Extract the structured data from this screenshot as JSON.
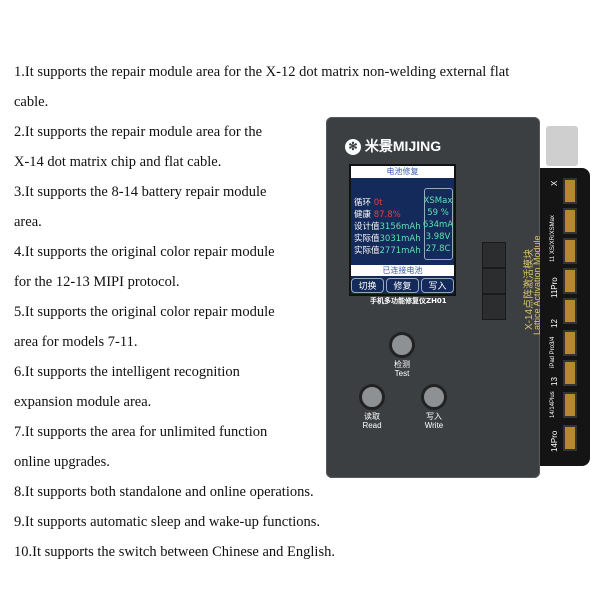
{
  "features": [
    "1.It supports the repair module area for the X-12 dot matrix non-welding external flat",
    "cable.",
    "2.It supports the repair module area for the",
    "X-14 dot matrix chip and flat cable.",
    "3.It supports the 8-14 battery repair module",
    "area.",
    "4.It supports the original color repair module",
    "for the 12-13 MIPI protocol.",
    "5.It supports the original color repair module",
    "area for models 7-11.",
    "6.It supports the intelligent recognition",
    "expansion module area.",
    "7.It supports the area for unlimited function",
    "online upgrades.",
    "8.It supports both standalone and online operations.",
    "9.It supports automatic sleep and wake-up functions.",
    "10.It supports the switch between Chinese and English."
  ],
  "device": {
    "brand_cn": "米景",
    "brand_en": "MIJING",
    "screen": {
      "title": "电池修复",
      "rows": [
        [
          "循环",
          "0t"
        ],
        [
          "健康",
          "87.8%"
        ],
        [
          "设计值",
          "3156mAh"
        ],
        [
          "实际值",
          "3031mAh"
        ],
        [
          "实际值",
          "2771mAh"
        ]
      ],
      "battery": [
        "XSMax",
        "59 %",
        "634mA",
        "3.98V",
        "27.8C"
      ],
      "status": "已连接电池",
      "buttons": [
        "切换",
        "修复",
        "写入"
      ]
    },
    "model": "手机多功能修复仪ZH01",
    "keys": {
      "test_cn": "检测",
      "test": "Test",
      "read_cn": "读取",
      "read": "Read",
      "write_cn": "写入",
      "write": "Write"
    },
    "module": {
      "title_cn": "X-14点阵激活模块",
      "title_en": "Lattice Activation Module",
      "labels": [
        "X",
        "11 XS/XR/XSMax",
        "11Pro",
        "12",
        "iPad Pro3/4",
        "13",
        "14/14Plus",
        "14Pro"
      ]
    }
  }
}
